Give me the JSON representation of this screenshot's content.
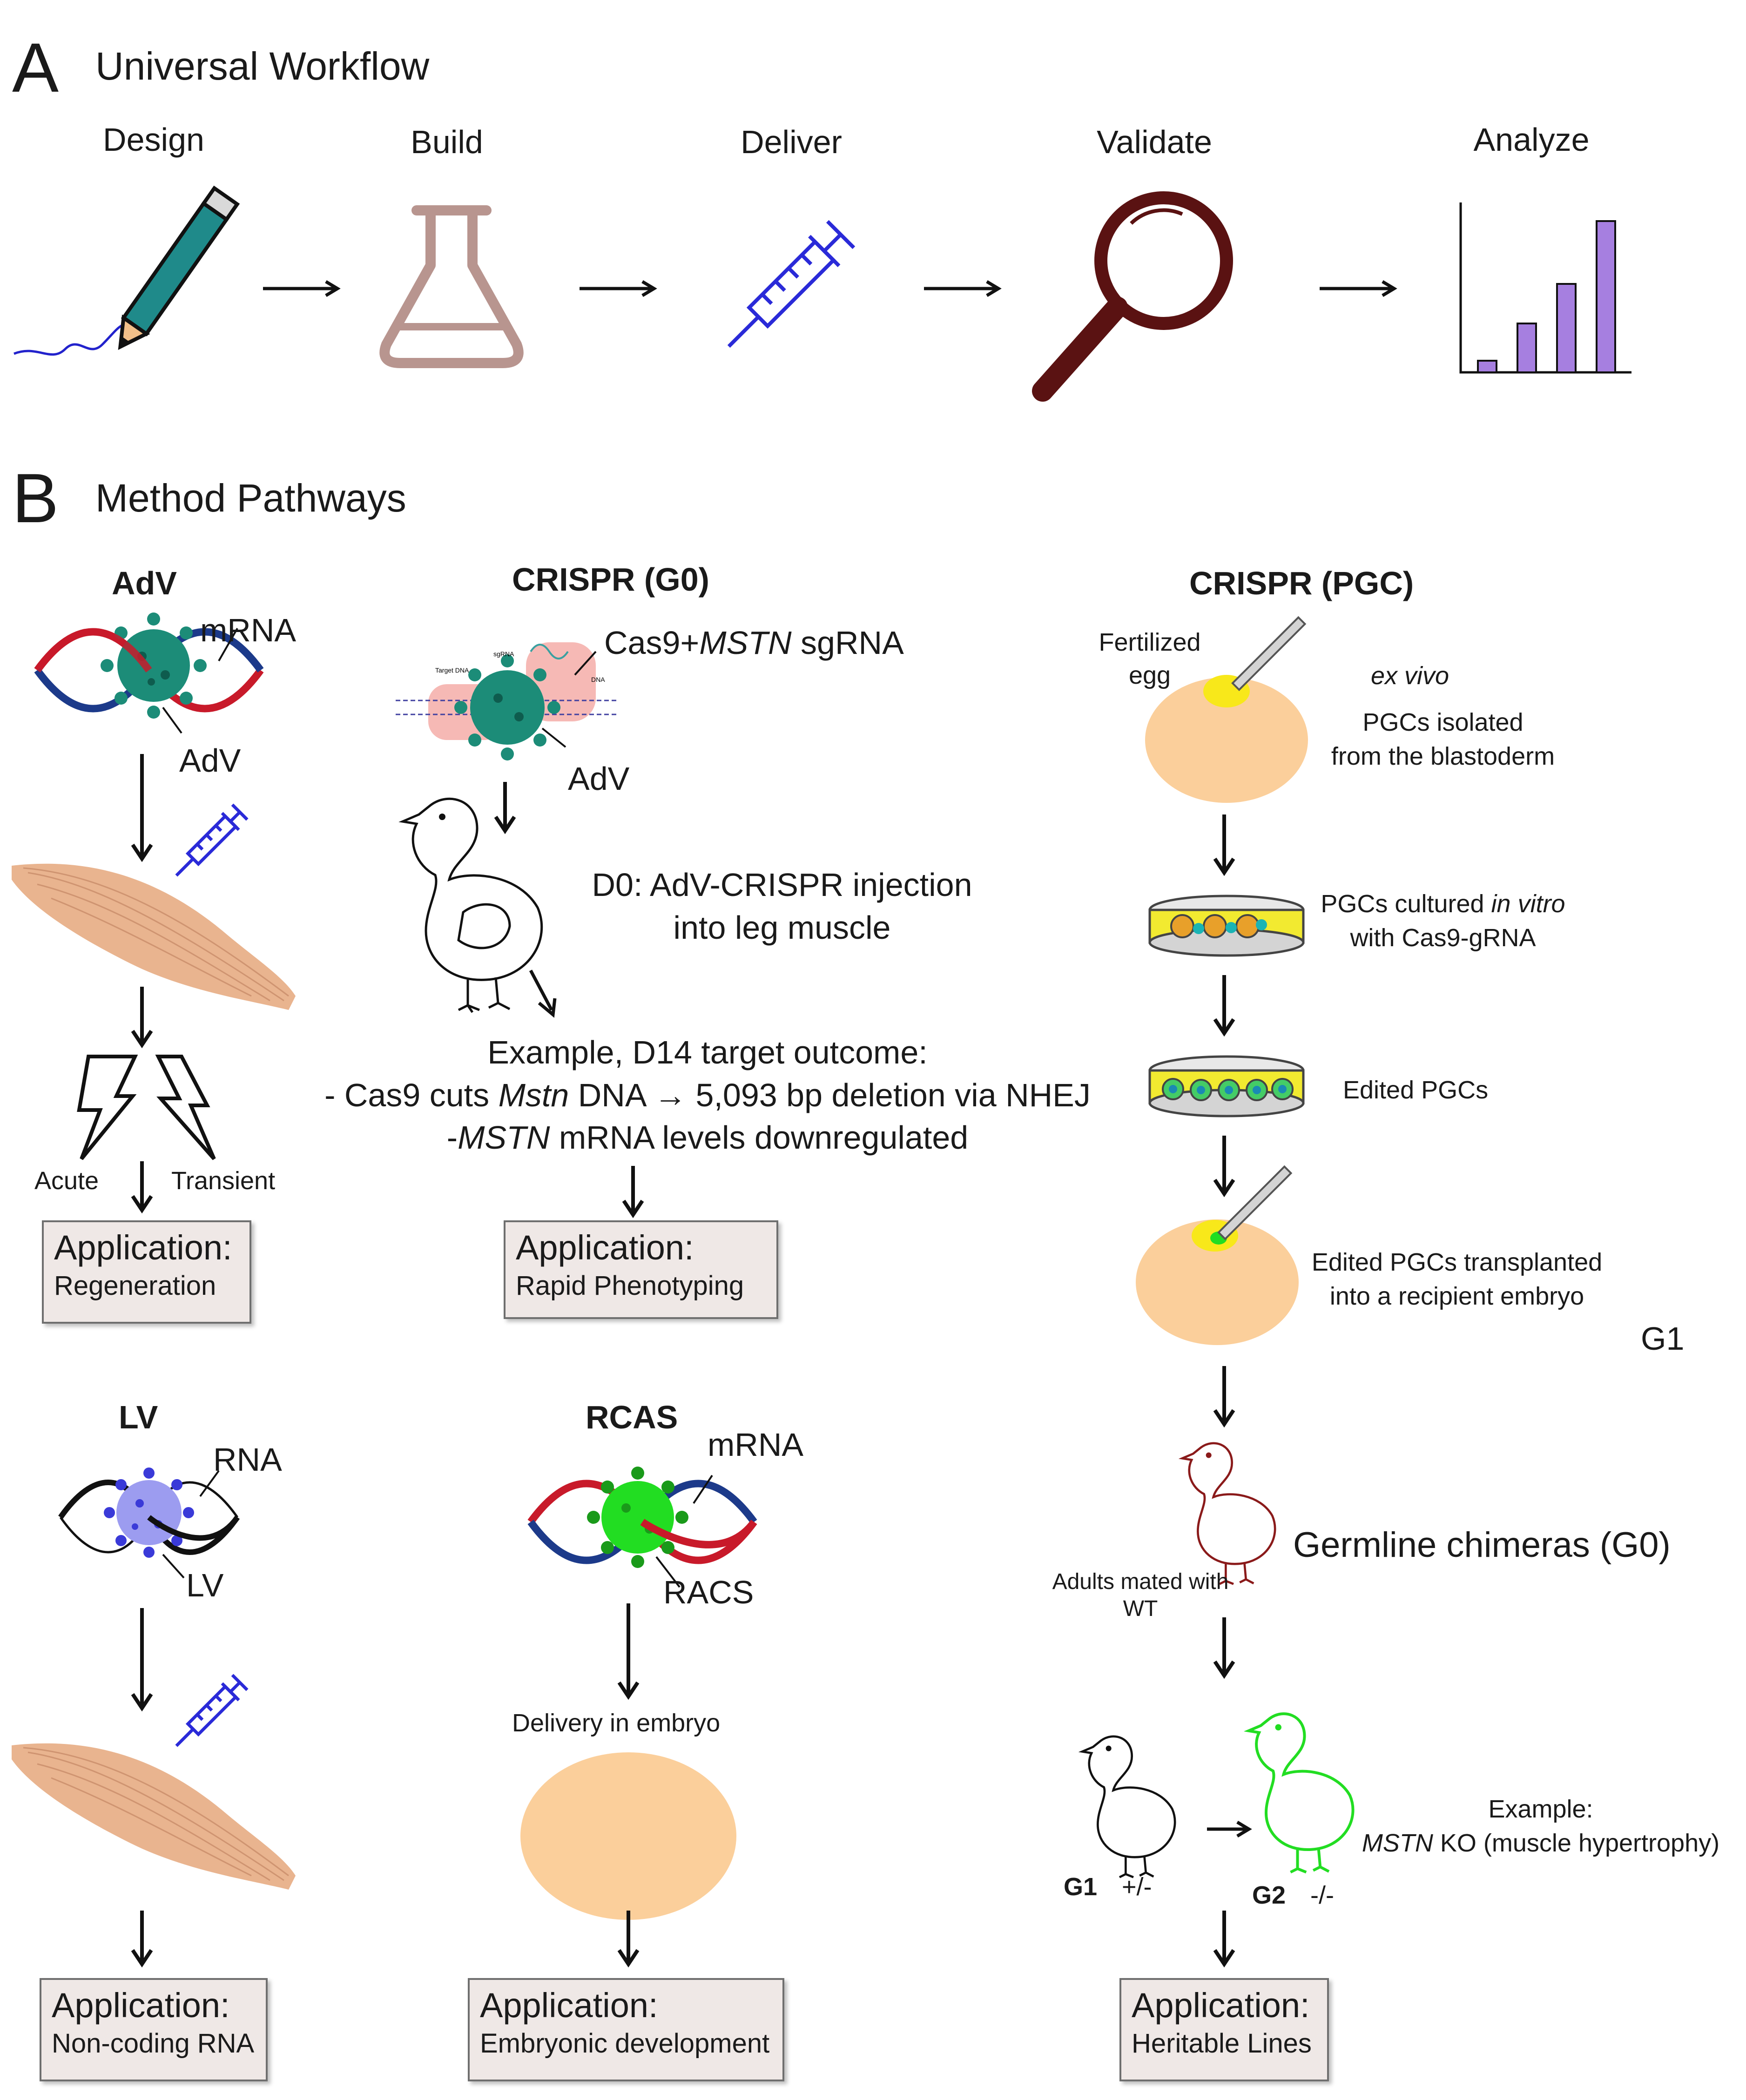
{
  "panel_a": {
    "letter": "A",
    "title": "Universal Workflow",
    "stages": [
      "Design",
      "Build",
      "Deliver",
      "Validate",
      "Analyze"
    ]
  },
  "panel_b": {
    "letter": "B",
    "title": "Method Pathways",
    "adv": {
      "heading": "AdV",
      "mrna_label": "mRNA",
      "vector_label": "AdV",
      "acute": "Acute",
      "transient": "Transient",
      "app_title": "Application:",
      "app_value": "Regeneration"
    },
    "crispr_g0": {
      "heading": "CRISPR (G0)",
      "cas9_label_1": "Cas9+",
      "cas9_label_gene": "MSTN",
      "cas9_label_2": " sgRNA",
      "vector_label": "AdV",
      "injection_line1": "D0: AdV-CRISPR injection",
      "injection_line2": "into leg muscle",
      "outcome_line1": "Example, D14 target outcome:",
      "outcome_line2_a": "- Cas9 cuts ",
      "outcome_line2_gene": "Mstn",
      "outcome_line2_b": " DNA → 5,093 bp deletion via NHEJ",
      "outcome_line3_a": "-",
      "outcome_line3_gene": "MSTN",
      "outcome_line3_b": " mRNA levels downregulated",
      "app_title": "Application:",
      "app_value": "Rapid Phenotyping",
      "mini_labels": [
        "Target DNA",
        "sgRNA",
        "DNA"
      ]
    },
    "crispr_pgc": {
      "heading": "CRISPR (PGC)",
      "fertilized_1": "Fertilized",
      "fertilized_2": "egg",
      "ex_vivo": "ex vivo",
      "isolated_1": "PGCs isolated",
      "isolated_2": "from the blastoderm",
      "cultured_1a": "PGCs cultured ",
      "cultured_1b": "in vitro",
      "cultured_2": "with Cas9-gRNA",
      "edited": "Edited PGCs",
      "transplant_1": "Edited PGCs transplanted",
      "transplant_2": "into a recipient embryo",
      "g1_side": "G1",
      "chimeras": "Germline chimeras (G0)",
      "mated_1": "Adults mated with",
      "mated_2": "WT",
      "g1": "G1",
      "g1_geno": "+/-",
      "g2": "G2",
      "g2_geno": "-/-",
      "example_1": "Example:",
      "example_gene": "MSTN",
      "example_2": " KO (muscle hypertrophy)",
      "app_title": "Application:",
      "app_value": "Heritable Lines"
    },
    "lv": {
      "heading": "LV",
      "rna_label": "RNA",
      "vector_label": "LV",
      "app_title": "Application:",
      "app_value": "Non-coding RNA"
    },
    "rcas": {
      "heading": "RCAS",
      "mrna_label": "mRNA",
      "vector_label": "RACS",
      "delivery": "Delivery in embryo",
      "app_title": "Application:",
      "app_value": "Embryonic development"
    }
  },
  "colors": {
    "pen": "#1f8a8a",
    "flask": "#b8958f",
    "syringe": "#2a2ad8",
    "magnifier": "#5a1212",
    "bars": "#a67fe0",
    "muscle": "#e9b48f",
    "egg": "#fbcf9b",
    "adv_virus": "#1c8c78",
    "lv_virus": "#9c9cf0",
    "rcas_virus": "#22dd22",
    "dna_red": "#c81a2a",
    "dna_blue": "#1c3a8a",
    "chimera": "#8a1a1a",
    "g2_chick": "#22dd22",
    "yolk": "#f8e81a"
  }
}
